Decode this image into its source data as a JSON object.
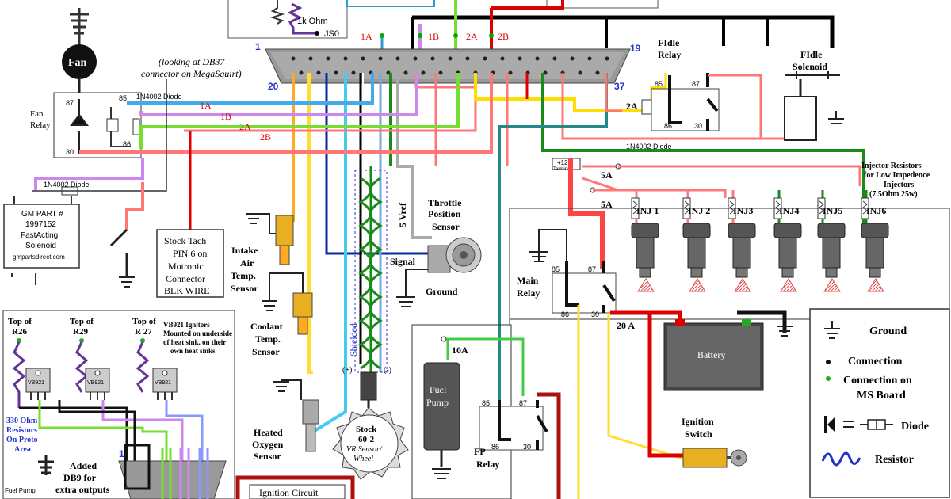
{
  "header": {
    "resistor_label": "1k Ohm",
    "js0_label": "JS0",
    "pin_1": "1",
    "pin_19": "19",
    "pin_20": "20",
    "pin_37": "37",
    "connector_note_line1": "(looking at DB37",
    "connector_note_line2": "connector on MegaSquirt)",
    "wire_1a": "1A",
    "wire_1b": "1B",
    "wire_2a": "2A",
    "wire_2b": "2B"
  },
  "fan": {
    "label": "Fan",
    "relay_label_1": "Fan",
    "relay_label_2": "Relay",
    "pin_87": "87",
    "pin_85": "85",
    "pin_30": "30",
    "pin_86": "86",
    "diode_label": "1N4002 Diode",
    "wire_1a": "1A",
    "wire_1b": "1B",
    "wire_2a": "2A",
    "wire_2b": "2B"
  },
  "solenoid": {
    "diode_label": "1N4002 Diode",
    "line1": "GM PART #",
    "line2": "1997152",
    "line3": "FastActing",
    "line4": "Solenoid",
    "line5": "gmpartsdirect.com"
  },
  "tach": {
    "line1": "Stock Tach",
    "line2": "PIN 6 on",
    "line3": "Motronic",
    "line4": "Connector",
    "line5": "BLK WIRE"
  },
  "sensors": {
    "iat_1": "Intake",
    "iat_2": "Air",
    "iat_3": "Temp.",
    "iat_4": "Sensor",
    "clt_1": "Coolant",
    "clt_2": "Temp.",
    "clt_3": "Sensor",
    "o2_1": "Heated",
    "o2_2": "Oxygen",
    "o2_3": "Sensor",
    "tps_1": "Throttle",
    "tps_2": "Position",
    "tps_3": "Sensor",
    "vref": "5 Vref",
    "signal": "Signal",
    "ground": "Ground",
    "shielded": "Shielded",
    "plus": "(+)",
    "minus": "(-)",
    "vr_1": "Stock",
    "vr_2": "60-2",
    "vr_3": "VR Sensor/",
    "vr_4": "Wheel"
  },
  "fidle": {
    "relay_1": "FIdle",
    "relay_2": "Relay",
    "sol_1": "FIdle",
    "sol_2": "Solenoid",
    "pin_85": "85",
    "pin_87": "87",
    "pin_86": "86",
    "pin_30": "30",
    "fuse_2a": "2A",
    "diode_label": "1N4002 Diode"
  },
  "injectors": {
    "terminal_1": "+12v",
    "terminal_2": "Terminal",
    "fuse_5a_1": "5A",
    "fuse_5a_2": "5A",
    "resistor_1": "Injector Resistors",
    "resistor_2": "for Low Impedence",
    "resistor_3": "Injectors",
    "resistor_4": "(7.5Ohm 25w)",
    "inj": [
      "INJ 1",
      "INJ 2",
      "INJ3",
      "INJ4",
      "INJ5",
      "INJ6"
    ]
  },
  "power": {
    "main_1": "Main",
    "main_2": "Relay",
    "pin_85": "85",
    "pin_87": "87",
    "pin_86": "86",
    "pin_30": "30",
    "fuse_20a": "20 A",
    "battery": "Battery",
    "ign_1": "Ignition",
    "ign_2": "Switch",
    "pump_1": "Fuel",
    "pump_2": "Pump",
    "fuse_10a": "10A",
    "fp_1": "FP",
    "fp_2": "Relay",
    "fp_85": "85",
    "fp_87": "87",
    "fp_86": "86",
    "fp_30": "30",
    "ign_circuit": "Ignition Circuit"
  },
  "ignitors": {
    "top_r26_1": "Top of",
    "top_r26_2": "R26",
    "top_r29_1": "Top of",
    "top_r29_2": "R29",
    "top_r27_1": "Top of",
    "top_r27_2": "R 27",
    "note_1": "VB921 Ignitors",
    "note_2": "Mounted on underside",
    "note_3": "of heat sink, on their",
    "note_4": "own heat sinks",
    "chip": "VB921",
    "res_1": "330 Ohm",
    "res_2": "Resistors",
    "res_3": "On Proto",
    "res_4": "Area",
    "db9_pin": "1",
    "db9_1": "Added",
    "db9_2": "DB9 for",
    "db9_3": "extra outputs",
    "fp_note": "Fuel Pump"
  },
  "legend": {
    "ground": "Ground",
    "connection": "Connection",
    "ms_1": "Connection on",
    "ms_2": "MS Board",
    "diode": "Diode",
    "resistor": "Resistor"
  }
}
